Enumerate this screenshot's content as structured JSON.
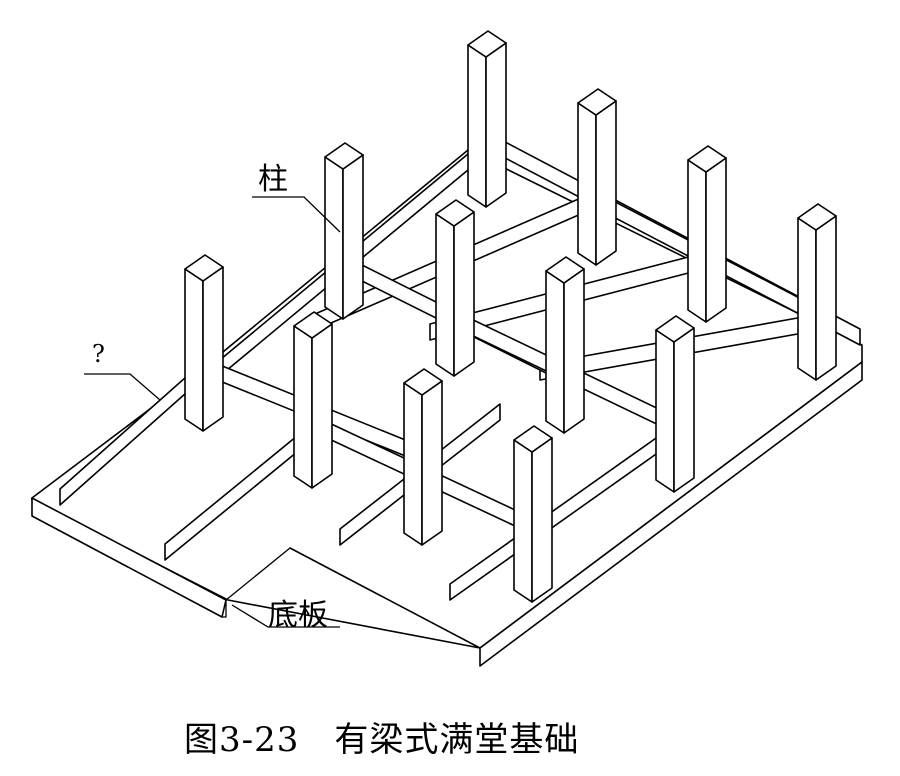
{
  "labels": {
    "column": "柱",
    "unknown": "?",
    "base_slab": "底板"
  },
  "caption": "图3-23　有梁式满堂基础",
  "colors": {
    "line": "#000000",
    "background": "#ffffff"
  }
}
